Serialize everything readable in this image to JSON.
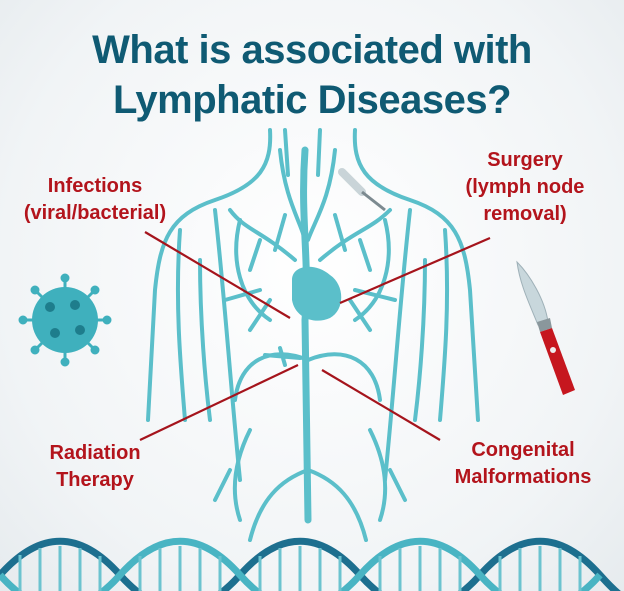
{
  "title": {
    "line1": "What is associated with",
    "line2": "Lymphatic Diseases?"
  },
  "labels": {
    "infections": {
      "line1": "Infections",
      "line2": "(viral/bacterial)"
    },
    "surgery": {
      "line1": "Surgery",
      "line2": "(lymph node",
      "line3": "removal)"
    },
    "radiation": {
      "line1": "Radiation",
      "line2": "Therapy"
    },
    "congenital": {
      "line1": "Congenital",
      "line2": "Malformations"
    }
  },
  "colors": {
    "title": "#0f5a73",
    "label": "#b3141c",
    "lymph": "#5bbfca",
    "dna_dark": "#1d6f8f"
  }
}
